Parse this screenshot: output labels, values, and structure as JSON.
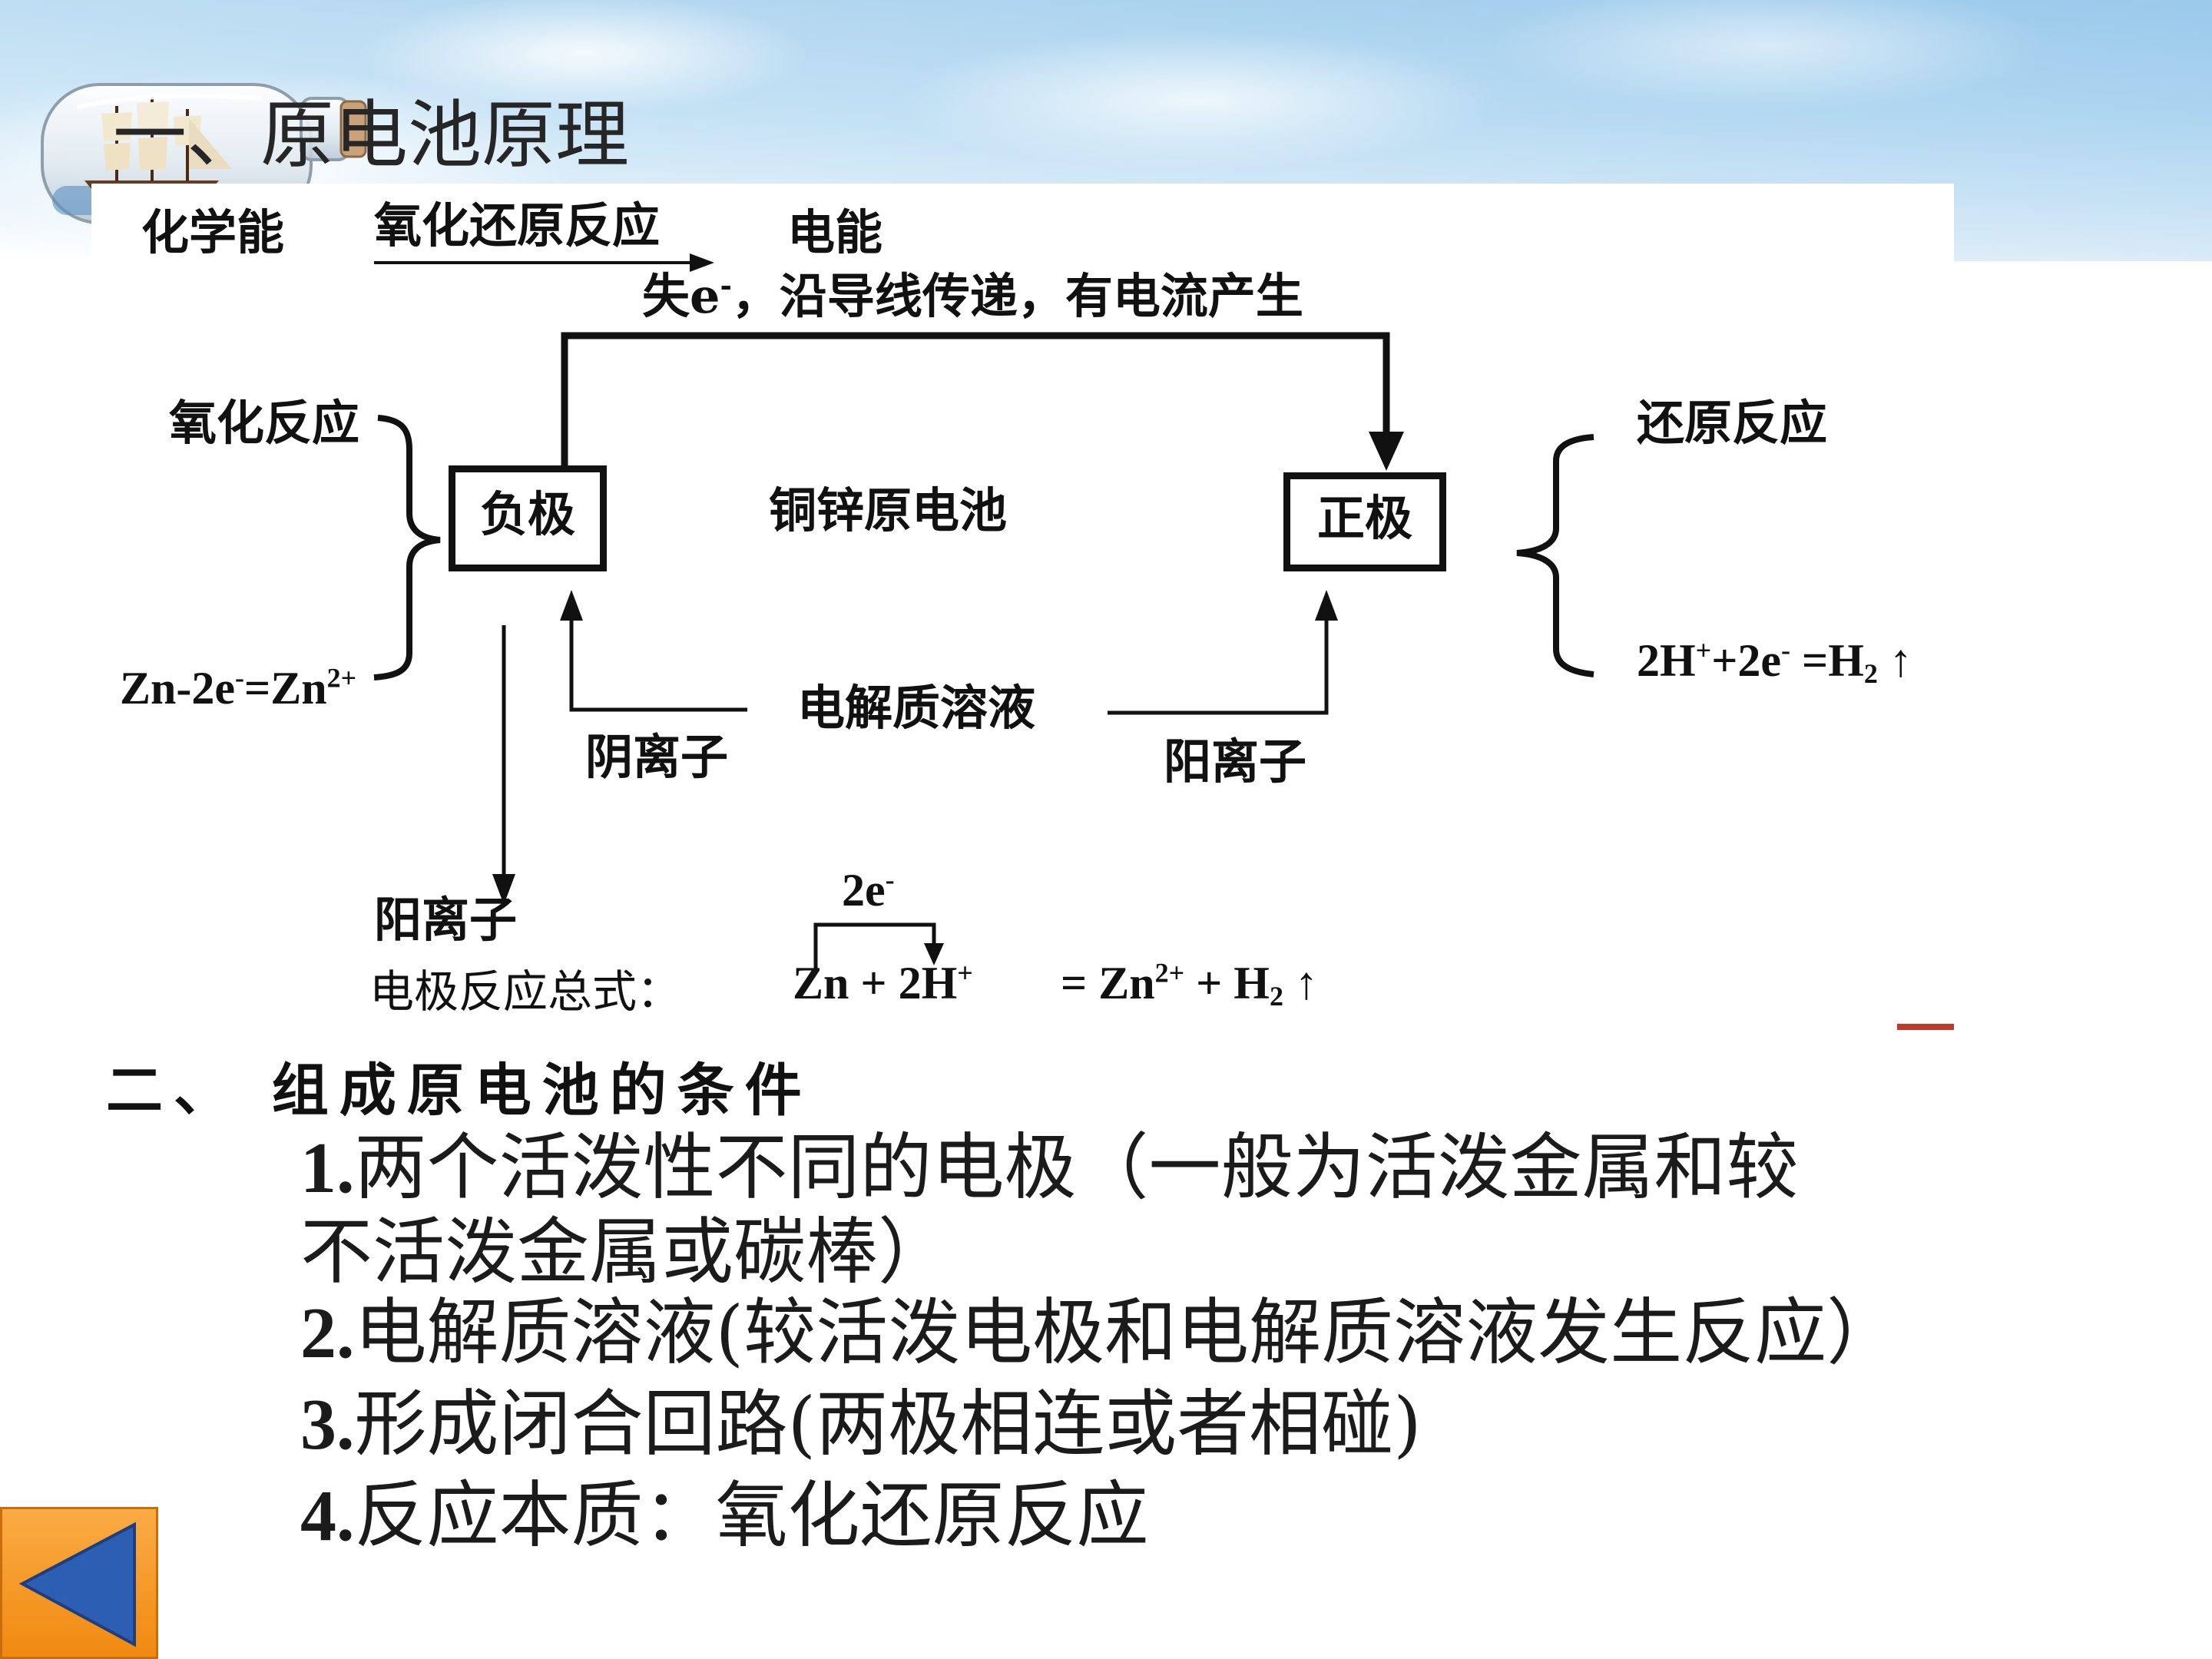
{
  "slide": {
    "title": "一、原电池原理",
    "back_button_icon": "left-triangle-icon",
    "decoration_icon": "ship-in-bottle-icon"
  },
  "diagram": {
    "chemical_energy": "化学能",
    "redox_label": "氧化还原反应",
    "electric_energy": "电能",
    "electron_flow": [
      "失e",
      "-",
      "，沿导线传递，有电流产生"
    ],
    "oxidation": "氧化反应",
    "negative": "负极",
    "cell_name": "铜锌原电池",
    "positive": "正极",
    "reduction": "还原反应",
    "cathode_eq": [
      "2H",
      "+",
      "+2e",
      "-",
      " =H",
      "2",
      " ↑"
    ],
    "anode_eq": [
      "Zn-2e",
      "-",
      "=Zn",
      "2+"
    ],
    "electrolyte": "电解质溶液",
    "anion": "阴离子",
    "cation_right": "阳离子",
    "cation_bottom": "阳离子",
    "total_label": "电极反应总式：",
    "transfer": [
      "2e",
      "-"
    ],
    "total_left": [
      "Zn + 2H",
      "+"
    ],
    "total_right": [
      "= Zn",
      "2+",
      " + H",
      "2",
      " ↑"
    ]
  },
  "conditions": {
    "heading": "二、 组成原电池的条件",
    "items": [
      {
        "num": "1.",
        "text": "两个活泼性不同的电极（一般为活泼金属和较",
        "text_line2": "不活泼金属或碳棒）"
      },
      {
        "num": "2.",
        "text": "电解质溶液(较活泼电极和电解质溶液发生反应）"
      },
      {
        "num": "3.",
        "text": "形成闭合回路(两极相连或者相碰)"
      },
      {
        "num": "4.",
        "text": "反应本质：氧化还原反应"
      }
    ]
  },
  "colors": {
    "button_orange": "#f08a10",
    "button_border": "#c86f0c",
    "triangle_blue": "#2c5fb3",
    "sky_blue": "#a9d2ee",
    "text": "#111111"
  }
}
